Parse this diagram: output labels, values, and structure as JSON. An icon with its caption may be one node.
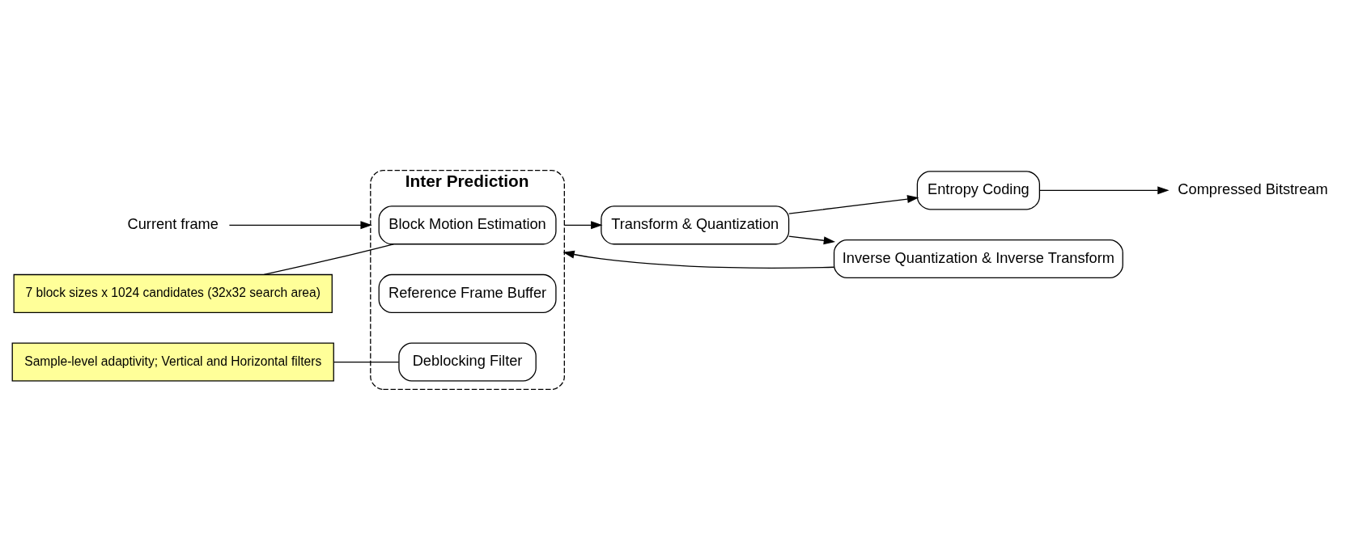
{
  "diagram": {
    "nodes": [
      {
        "text": [
          "Inter Prediction"
        ]
      },
      {
        "text": [
          "Current frame"
        ]
      },
      {
        "text": [
          "Block Motion Estimation"
        ],
        "in": 0
      },
      {
        "text": [
          "Reference Frame Buffer"
        ],
        "in": 0
      },
      {
        "text": [
          "Deblocking Filter"
        ],
        "in": 0
      },
      {
        "text": [
          "Transform & Quantization"
        ]
      },
      {
        "text": [
          "Entropy Coding"
        ]
      },
      {
        "text": [
          "Compressed Bitstream"
        ]
      },
      {
        "text": [
          "Inverse Quantization & Inverse Transform"
        ]
      },
      {
        "text": [
          "7 block sizes x 1024 candidates (32x32 search area)"
        ]
      },
      {
        "text": [
          "Sample-level adaptivity; Vertical and Horizontal filters"
        ]
      }
    ],
    "edges": [
      {
        "from": 1,
        "to": 0,
        "arrow": "to"
      },
      {
        "from": 0,
        "to": 5,
        "arrow": "to"
      },
      {
        "from": 5,
        "to": 6,
        "arrow": "to"
      },
      {
        "from": 6,
        "to": 7,
        "arrow": "to"
      },
      {
        "from": 5,
        "to": 8,
        "arrow": "to"
      },
      {
        "from": 8,
        "to": 0,
        "arrow": "to"
      },
      {
        "from": 9,
        "to": 2,
        "arrow": "none"
      },
      {
        "from": 10,
        "to": 4,
        "arrow": "none"
      }
    ]
  }
}
